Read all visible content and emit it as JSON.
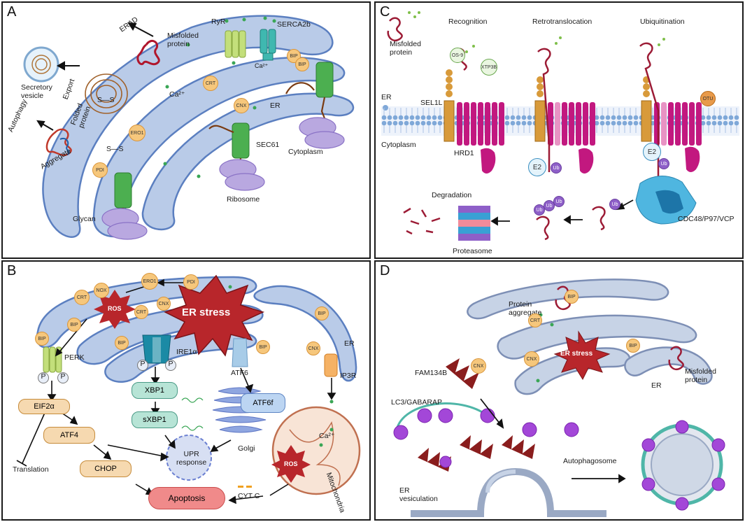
{
  "panels": {
    "a": {
      "letter": "A",
      "labels": {
        "erad": "ERAD",
        "misfolded": "Misfolded\nprotein",
        "ryr": "RyR",
        "serca": "SERCA2b",
        "secretory": "Secretory\nvesicle",
        "export": "Export",
        "folded": "Folded\nprotein",
        "ss1": "S—S",
        "ca_lumen": "Ca²⁺",
        "ca_serca": "Ca²⁺",
        "autophagy": "Autophagy",
        "aggregate": "Aggregate",
        "ss2": "S—S",
        "er": "ER",
        "sec61": "SEC61",
        "cytoplasm": "Cytoplasm",
        "ribosome": "Ribosome",
        "glycan": "Glycan"
      },
      "tags": {
        "bip1": "BIP",
        "bip2": "BIP",
        "crt": "CRT",
        "cnx": "CNX",
        "ero1": "ERO1",
        "pdi": "PDI"
      }
    },
    "b": {
      "letter": "B",
      "labels": {
        "er_stress": "ER stress",
        "ros1": "ROS",
        "perk": "PERK",
        "p1": "P",
        "p2": "P",
        "p3": "P",
        "p4": "P",
        "ire": "IRE1α",
        "atf6": "ATF6",
        "er": "ER",
        "ip3r": "IP3R",
        "xbp1": "XBP1",
        "sxbp1": "sXBP1",
        "atf6f": "ATF6f",
        "golgi": "Golgi",
        "eif2a": "EIF2α",
        "atf4": "ATF4",
        "translation": "Translation",
        "chop": "CHOP",
        "upr": "UPR\nresponse",
        "apoptosis": "Apoptosis",
        "cytc": "CYT C",
        "ca": "Ca²⁺",
        "ros2": "ROS",
        "mito": "Mitochondria"
      },
      "tags": {
        "ero1": "ERO1",
        "pdi": "PDI",
        "nox": "NOX",
        "crt1": "CRT",
        "crt2": "CRT",
        "cnx1": "CNX",
        "bip1": "BIP",
        "bip2": "BIP",
        "bip3": "BIP",
        "bip4": "BIP",
        "bip5": "BIP",
        "cnx2": "CNX"
      }
    },
    "c": {
      "letter": "C",
      "labels": {
        "misfolded": "Misfolded\nprotein",
        "recognition": "Recognition",
        "retro": "Retrotranslocation",
        "ubiq": "Ubiquitination",
        "er": "ER",
        "sel1l": "SEL1L",
        "cytoplasm": "Cytoplasm",
        "hrd1": "HRD1",
        "degradation": "Degradation",
        "proteasome": "Proteasome",
        "cdc48": "CDC48/P97/VCP"
      },
      "tags": {
        "os9": "OS-9",
        "xtp3b": "XTP3B",
        "otu": "OTU",
        "e2a": "E2",
        "e2b": "E2",
        "ub1": "Ub",
        "ub2": "Ub",
        "ub3": "Ub",
        "ub4": "Ub",
        "ub5": "Ub",
        "ub6": "Ub"
      }
    },
    "d": {
      "letter": "D",
      "labels": {
        "aggregate": "Protein\naggregate",
        "er_stress": "ER stress",
        "fam": "FAM134B",
        "er": "ER",
        "misfolded": "Misfolded\nprotein",
        "lc3": "LC3/GABARAP",
        "autophagosome": "Autophagosome",
        "vesic": "ER\nvesiculation"
      },
      "tags": {
        "bip1": "BIP",
        "crt": "CRT",
        "cnx1": "CNX",
        "cnx2": "CNX",
        "bip2": "BIP"
      }
    }
  },
  "colors": {
    "er_fill": "#b9cbe8",
    "er_stroke": "#5b7fc0",
    "chaperone": "#f6c77c",
    "stress_star": "#b8262b",
    "green_channel": "#4caf50",
    "magenta": "#c2187f",
    "purple": "#8e44ad",
    "teal_box": "#b7e4d6",
    "orange_box": "#f6d9b0"
  },
  "icons": [
    "misfolded-protein-icon",
    "ribosome-icon",
    "channel-icon",
    "star-icon",
    "proteasome-icon",
    "mitochondria-icon",
    "golgi-icon",
    "autophagosome-icon"
  ]
}
